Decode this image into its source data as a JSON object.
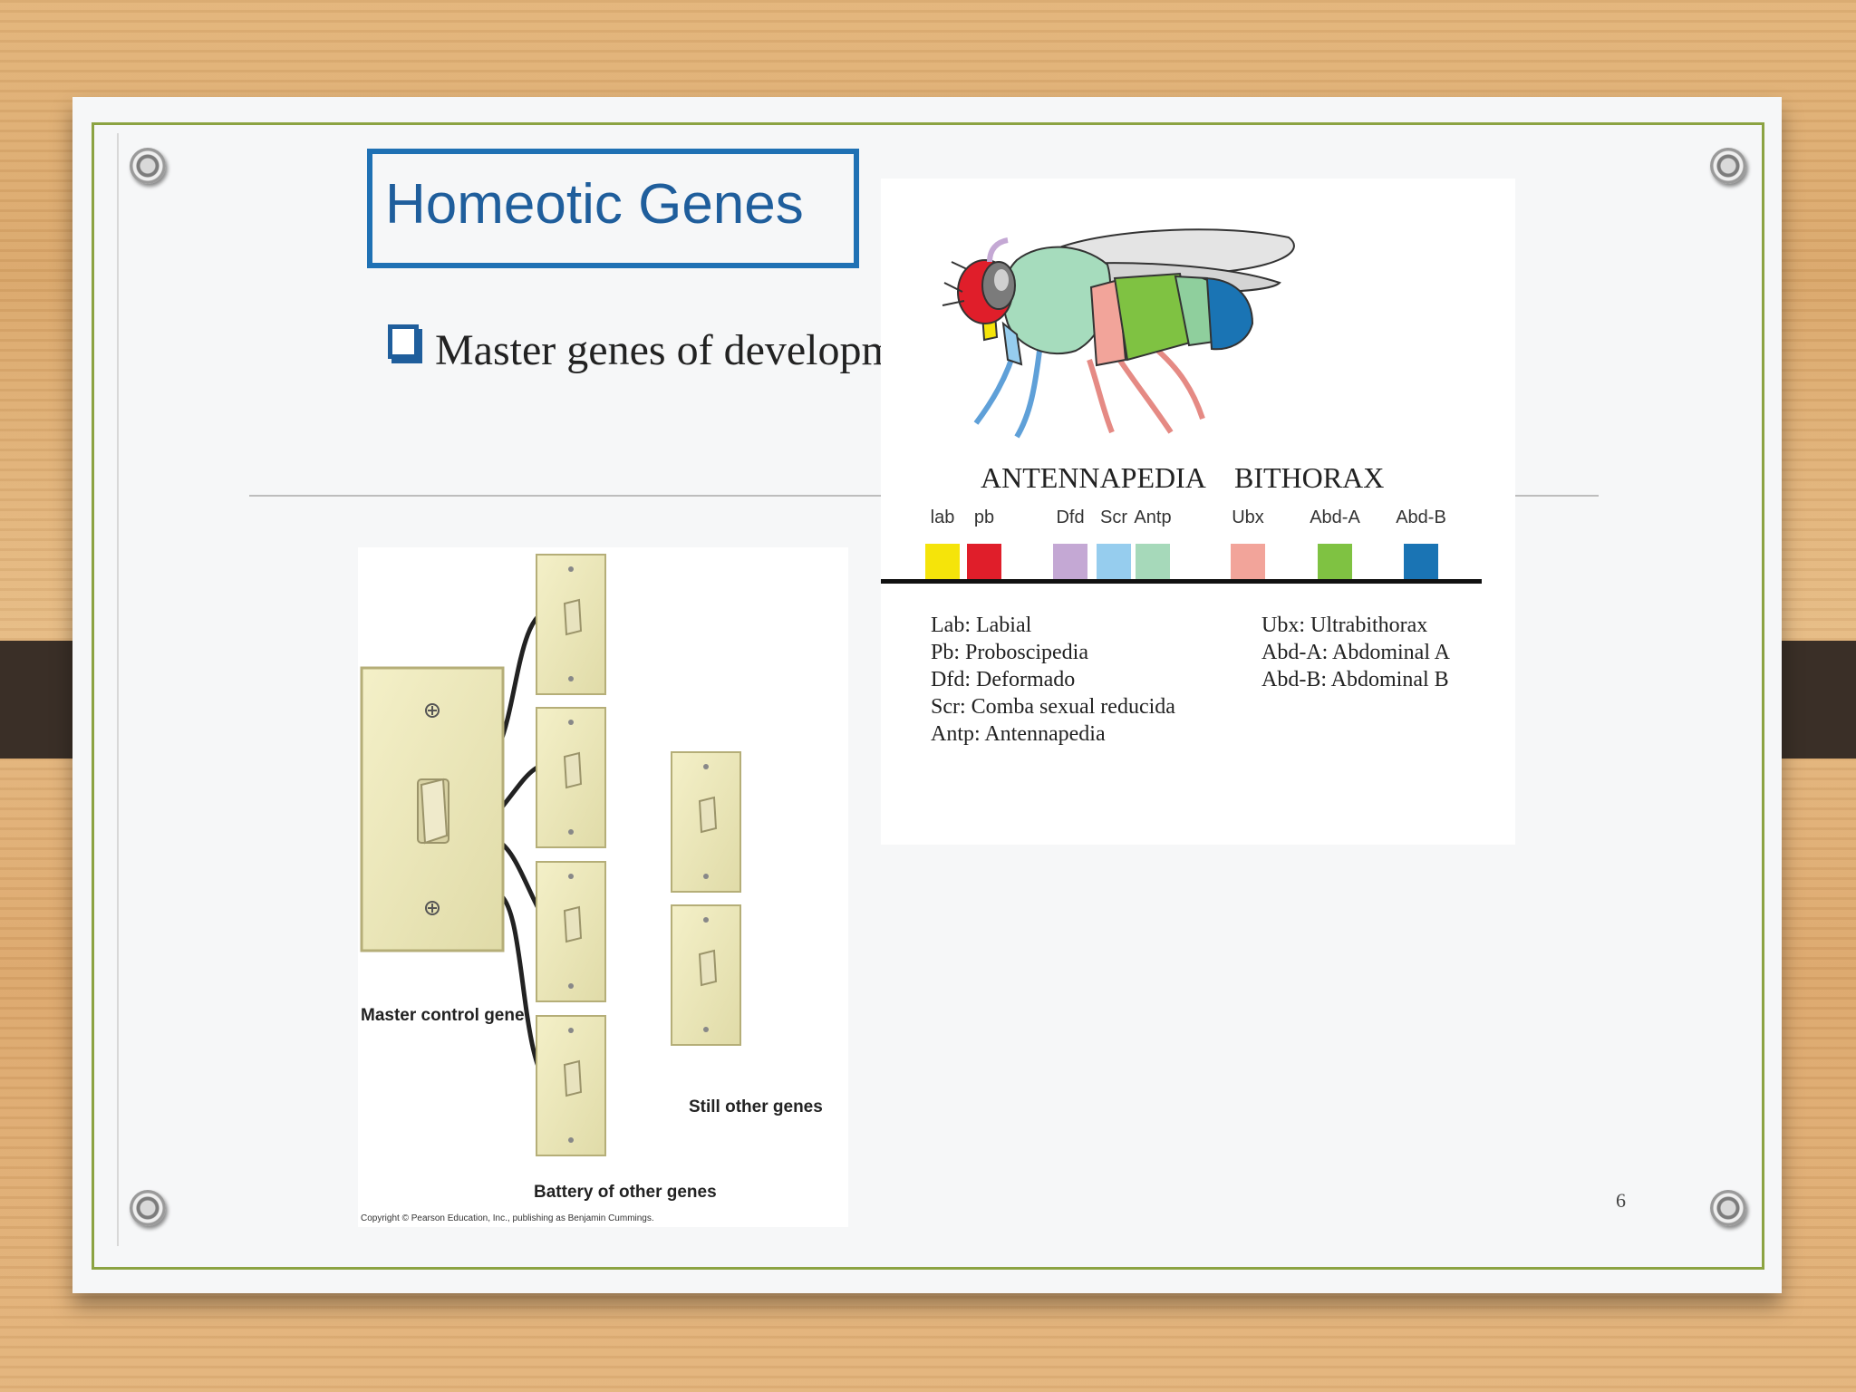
{
  "slide": {
    "title": "Homeotic Genes",
    "bullet": "Master genes of development.",
    "page_number": "6"
  },
  "gene_diagram": {
    "complex_1": "ANTENNAPEDIA",
    "complex_2": "BITHORAX",
    "genes": [
      {
        "label": "lab",
        "color": "#f5e40a"
      },
      {
        "label": "pb",
        "color": "#e01e2a"
      },
      {
        "label": "Dfd",
        "color": "#c4a8d4"
      },
      {
        "label": "Scr",
        "color": "#96cdee"
      },
      {
        "label": "Antp",
        "color": "#a6d9ba"
      },
      {
        "label": "Ubx",
        "color": "#f2a49a"
      },
      {
        "label": "Abd-A",
        "color": "#7fc242"
      },
      {
        "label": "Abd-B",
        "color": "#1a74b4"
      }
    ],
    "legend_left": [
      "Lab: Labial",
      "Pb: Proboscipedia",
      "Dfd: Deformado",
      "Scr: Comba sexual reducida",
      "Antp: Antennapedia"
    ],
    "legend_right": [
      "Ubx: Ultrabithorax",
      "Abd-A: Abdominal A",
      "Abd-B: Abdominal B"
    ]
  },
  "switch_diagram": {
    "master_label": "Master control gene",
    "battery_label": "Battery of other genes",
    "still_label": "Still other genes",
    "copyright": "Copyright © Pearson Education, Inc., publishing as Benjamin Cummings."
  }
}
